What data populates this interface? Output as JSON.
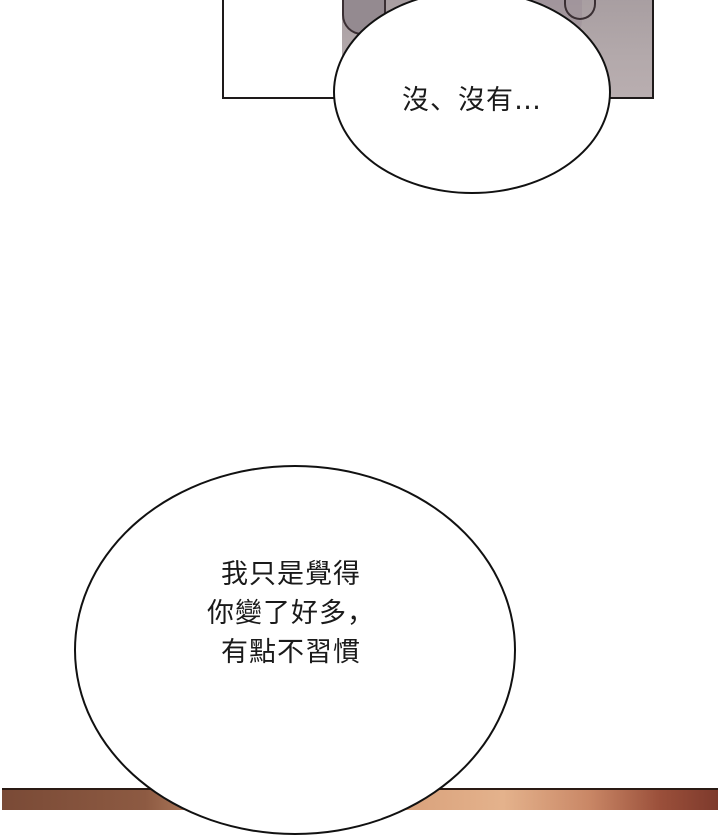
{
  "comic": {
    "panel_top": {
      "art_colors": {
        "base": "#b3a9ab",
        "shadow": "#948a90",
        "outline": "#1e1a1a"
      }
    },
    "bubble_top": {
      "text": "沒、沒有…"
    },
    "bubble_bottom": {
      "lines": [
        "我只是覺得",
        "你變了好多，",
        "有點不習慣"
      ]
    },
    "panel_bottom": {
      "art_colors": {
        "warm_light": "#e9c2a0",
        "warm_dark": "#7a4a36"
      }
    }
  }
}
